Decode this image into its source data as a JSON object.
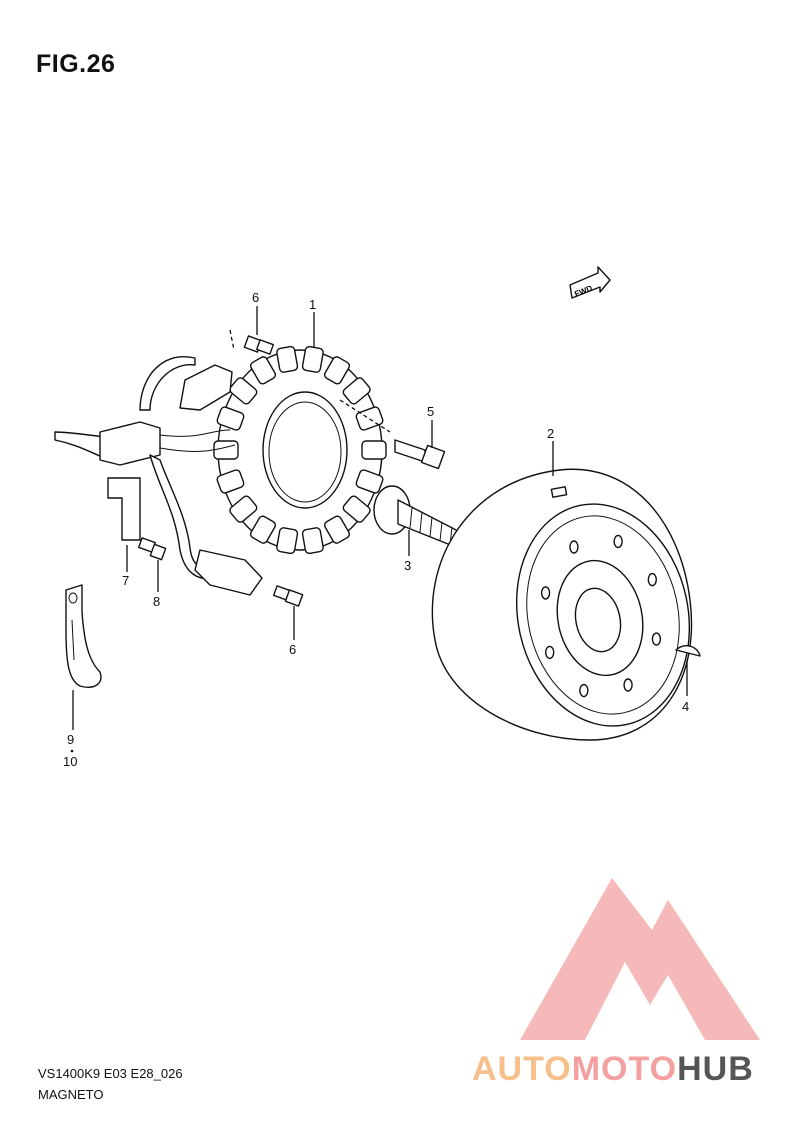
{
  "figure": {
    "title": "FIG.26"
  },
  "footer": {
    "code": "VS1400K9 E03 E28_026",
    "name": "MAGNETO"
  },
  "fwd_label": "FWD",
  "callouts": {
    "c1": "1",
    "c2": "2",
    "c3": "3",
    "c4": "4",
    "c5": "5",
    "c6a": "6",
    "c6b": "6",
    "c7": "7",
    "c8": "8",
    "c9": "9",
    "c10": "10"
  },
  "watermark": {
    "part1": "AUTO",
    "part2": "MOTO",
    "part3": "HUB",
    "color1": "#f7c08a",
    "color2": "#f4a0a0",
    "color3": "#555555",
    "logo_color": "#f58b8b"
  }
}
